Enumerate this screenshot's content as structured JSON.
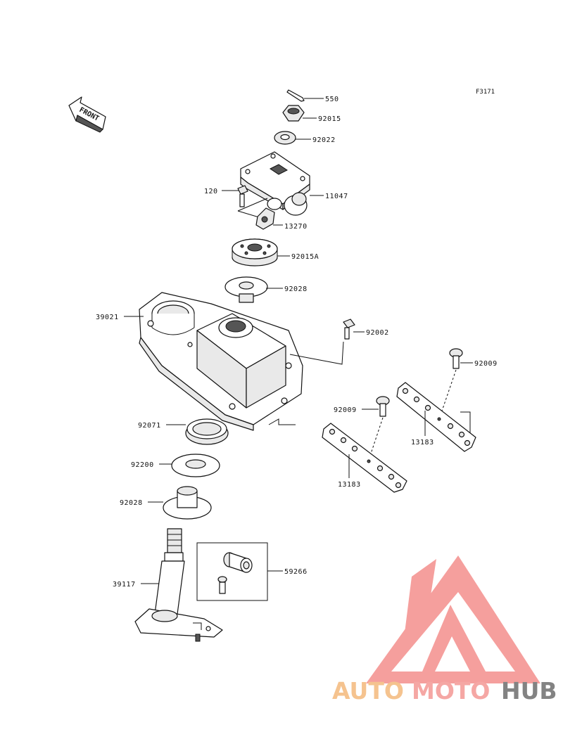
{
  "figure_id": "F3171",
  "front_arrow": {
    "label": "FRONT"
  },
  "callouts": [
    {
      "id": "c-550",
      "label": "550"
    },
    {
      "id": "c-92015",
      "label": "92015"
    },
    {
      "id": "c-92022",
      "label": "92022"
    },
    {
      "id": "c-120",
      "label": "120"
    },
    {
      "id": "c-11047",
      "label": "11047"
    },
    {
      "id": "c-13270",
      "label": "13270"
    },
    {
      "id": "c-92015a",
      "label": "92015A"
    },
    {
      "id": "c-92028a",
      "label": "92028"
    },
    {
      "id": "c-39021",
      "label": "39021"
    },
    {
      "id": "c-92002",
      "label": "92002"
    },
    {
      "id": "c-92009a",
      "label": "92009"
    },
    {
      "id": "c-92009b",
      "label": "92009"
    },
    {
      "id": "c-13183a",
      "label": "13183"
    },
    {
      "id": "c-13183b",
      "label": "13183"
    },
    {
      "id": "c-92071",
      "label": "92071"
    },
    {
      "id": "c-92200",
      "label": "92200"
    },
    {
      "id": "c-92028b",
      "label": "92028"
    },
    {
      "id": "c-59266",
      "label": "59266"
    },
    {
      "id": "c-39117",
      "label": "39117"
    }
  ],
  "watermark": {
    "part1": "AUTO",
    "part2": "MOTO",
    "part3": "HUB",
    "color1": "#f5c08a",
    "color2": "#f5a3a0",
    "color3": "#7d7d7d",
    "triangle_color": "#f59a98"
  }
}
